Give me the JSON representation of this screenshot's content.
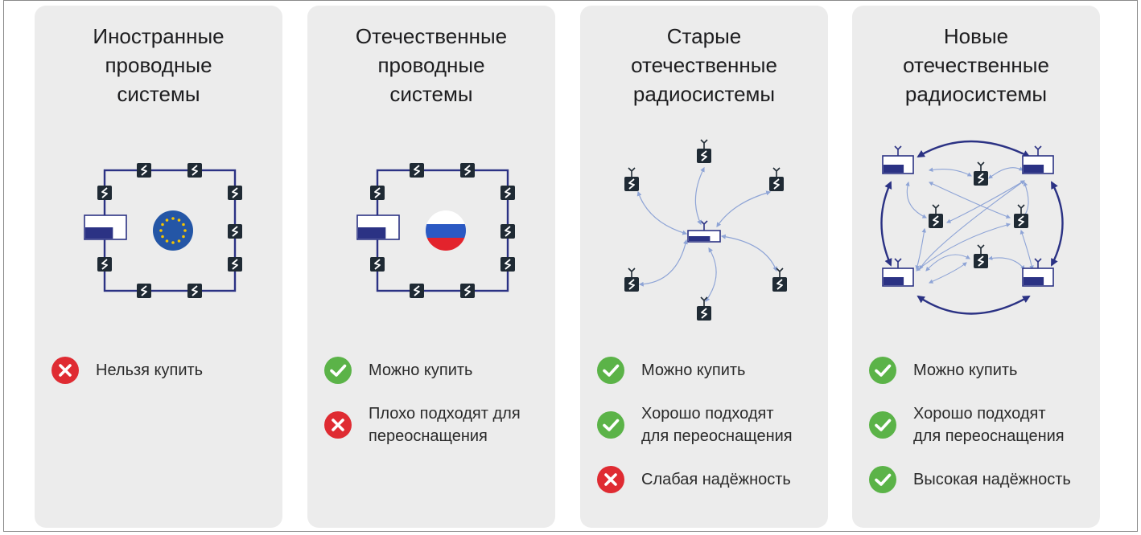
{
  "colors": {
    "navy": "#2b3284",
    "device_dark": "#1f2a34",
    "ok_green": "#5bb348",
    "bad_red": "#df2b32",
    "arrow_blue": "#8ea4d6",
    "eu_blue": "#2456a6",
    "eu_star": "#f5c400",
    "ru_white": "#ffffff",
    "ru_blue": "#2b59c3",
    "ru_red": "#e3232c"
  },
  "cards": [
    {
      "title": "Иностранные\nпроводные\nсистемы",
      "diagram": "wired",
      "flag": "eu-flag",
      "items": [
        {
          "status": "bad",
          "icon": "cross-icon",
          "text": "Нельзя купить"
        }
      ]
    },
    {
      "title": "Отечественные\nпроводные\nсистемы",
      "diagram": "wired",
      "flag": "russia-flag",
      "items": [
        {
          "status": "ok",
          "icon": "check-icon",
          "text": "Можно купить"
        },
        {
          "status": "bad",
          "icon": "cross-icon",
          "text": "Плохо подходят для\nпереоснащения"
        }
      ]
    },
    {
      "title": "Старые\nотечественные\nрадиосистемы",
      "diagram": "star",
      "items": [
        {
          "status": "ok",
          "icon": "check-icon",
          "text": "Можно купить"
        },
        {
          "status": "ok",
          "icon": "check-icon",
          "text": "Хорошо подходят\nдля переоснащения"
        },
        {
          "status": "bad",
          "icon": "cross-icon",
          "text": "Слабая надёжность"
        }
      ]
    },
    {
      "title": "Новые\nотечественные\nрадиосистемы",
      "diagram": "mesh",
      "items": [
        {
          "status": "ok",
          "icon": "check-icon",
          "text": "Можно купить"
        },
        {
          "status": "ok",
          "icon": "check-icon",
          "text": "Хорошо подходят\nдля переоснащения"
        },
        {
          "status": "ok",
          "icon": "check-icon",
          "text": "Высокая надёжность"
        }
      ]
    }
  ]
}
